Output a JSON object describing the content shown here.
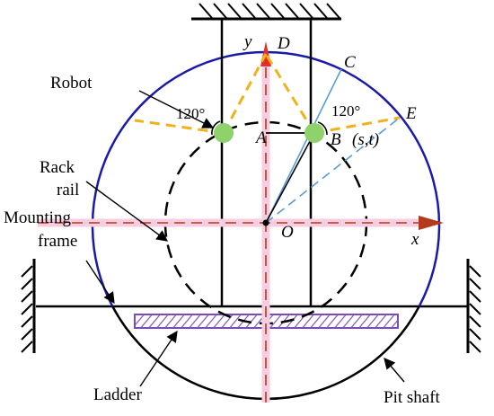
{
  "labels": {
    "robot": "Robot",
    "rack_line1": "Rack",
    "rack_line2": "rail",
    "mounting_line1": "Mounting",
    "mounting_line2": "frame",
    "ladder": "Ladder",
    "pit_shaft": "Pit shaft"
  },
  "points": {
    "a": "A",
    "b": "B",
    "c": "C",
    "d": "D",
    "e": "E",
    "o": "O",
    "st": "(s,t)"
  },
  "axes": {
    "x": "x",
    "y": "y"
  },
  "angles": {
    "left": "120°",
    "right": "120°"
  },
  "colors": {
    "shaft": "#1a1aa8",
    "axis_x": "#b33a1c",
    "axis_y": "#e0302a",
    "axis_glow": "#f7cde2",
    "robot": "#8fd16a",
    "yellow_dash": "#f0b21b",
    "blue_line": "#5a9bd5",
    "ladder": "#7b4bb8"
  }
}
